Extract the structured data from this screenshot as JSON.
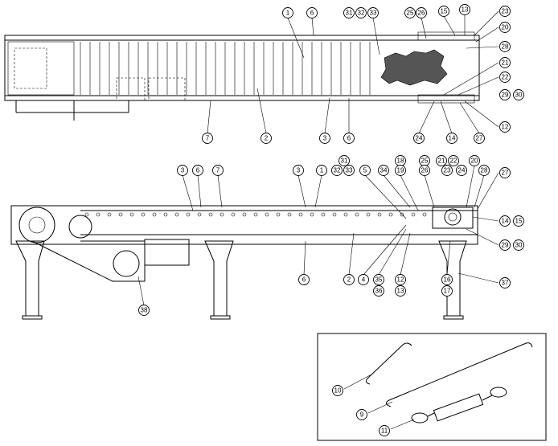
{
  "callouts": {
    "top": [
      "1",
      "6",
      "31",
      "32",
      "33",
      "25",
      "26",
      "15",
      "13",
      "23",
      "20",
      "28",
      "21",
      "22",
      "29",
      "30",
      "12",
      "27",
      "14",
      "24",
      "3",
      "6",
      "2",
      "7"
    ],
    "side": [
      "3",
      "6",
      "7",
      "3",
      "1",
      "31",
      "32",
      "33",
      "5",
      "34",
      "18",
      "19",
      "25",
      "26",
      "21",
      "22",
      "23",
      "24",
      "20",
      "28",
      "27",
      "14",
      "15",
      "29",
      "30",
      "37",
      "16",
      "17",
      "12",
      "13",
      "35",
      "36",
      "4",
      "2",
      "6",
      "38"
    ],
    "inset": [
      "10",
      "9",
      "11"
    ]
  }
}
